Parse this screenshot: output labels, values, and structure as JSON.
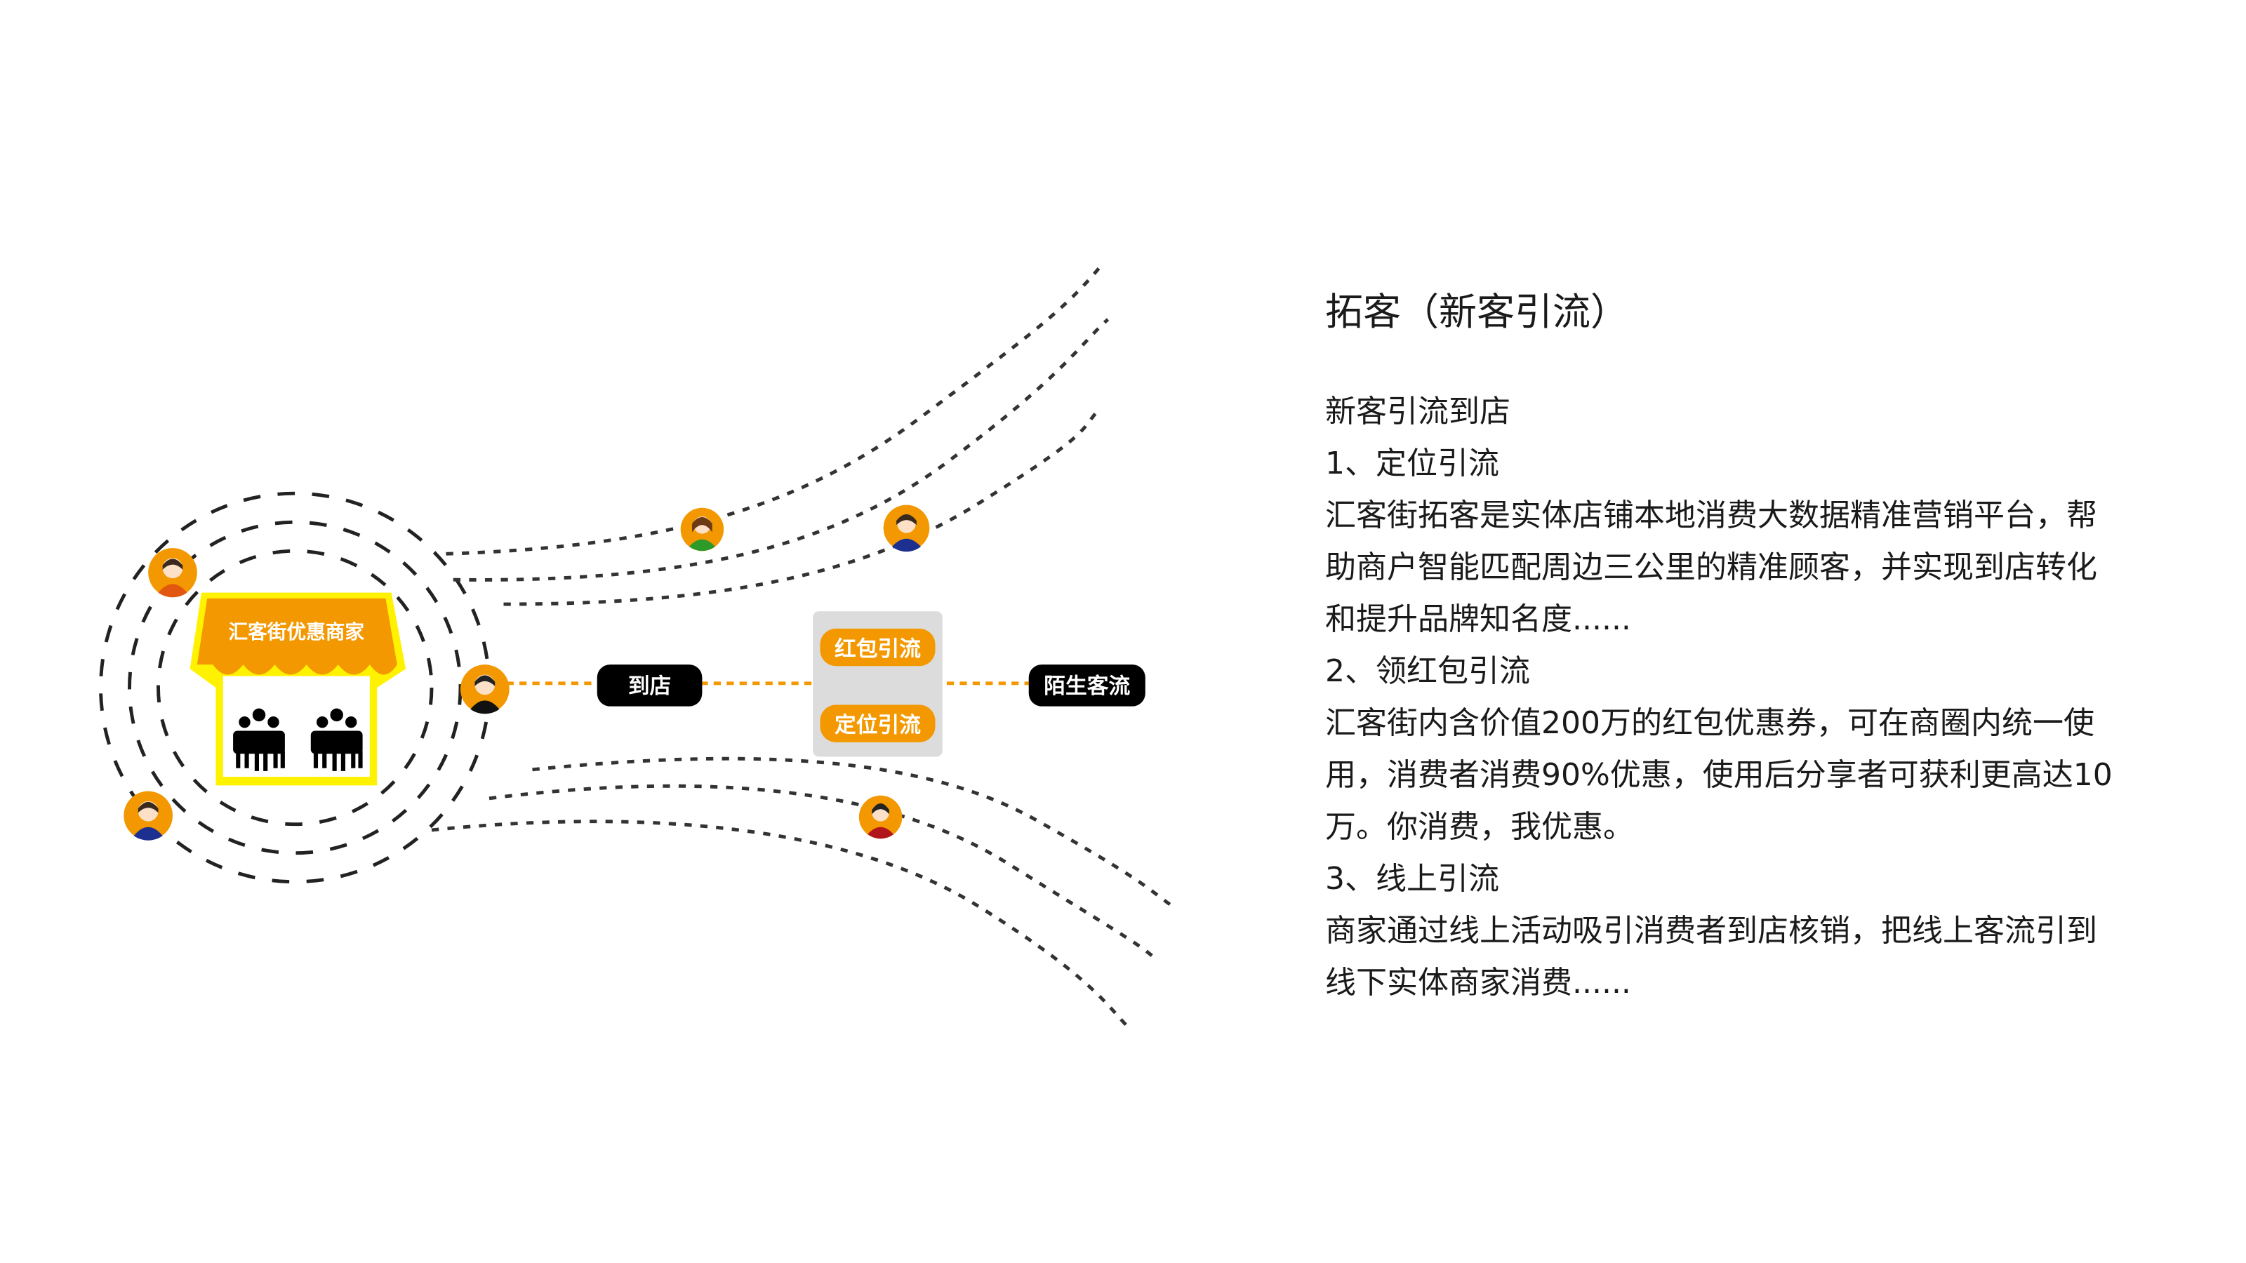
{
  "diagram": {
    "store_label": "汇客街优惠商家",
    "to_store_label": "到店",
    "channels": [
      "红包引流",
      "定位引流"
    ],
    "stranger_flow_label": "陌生客流",
    "colors": {
      "orange": "#f39800",
      "yellow": "#fff200",
      "black": "#000000",
      "gray_box": "#dcdcdc"
    }
  },
  "text_panel": {
    "title": "拓客（新客引流）",
    "lines": [
      "新客引流到店",
      "1、定位引流",
      "汇客街拓客是实体店铺本地消费大数据精准营销平台，帮",
      "助商户智能匹配周边三公里的精准顾客，并实现到店转化",
      "和提升品牌知名度......",
      "2、领红包引流",
      "汇客街内含价值200万的红包优惠券，可在商圈内统一使",
      "用，消费者消费90%优惠，使用后分享者可获利更高达10",
      "万。你消费，我优惠。",
      "3、线上引流",
      "商家通过线上活动吸引消费者到店核销，把线上客流引到",
      "线下实体商家消费......"
    ]
  }
}
